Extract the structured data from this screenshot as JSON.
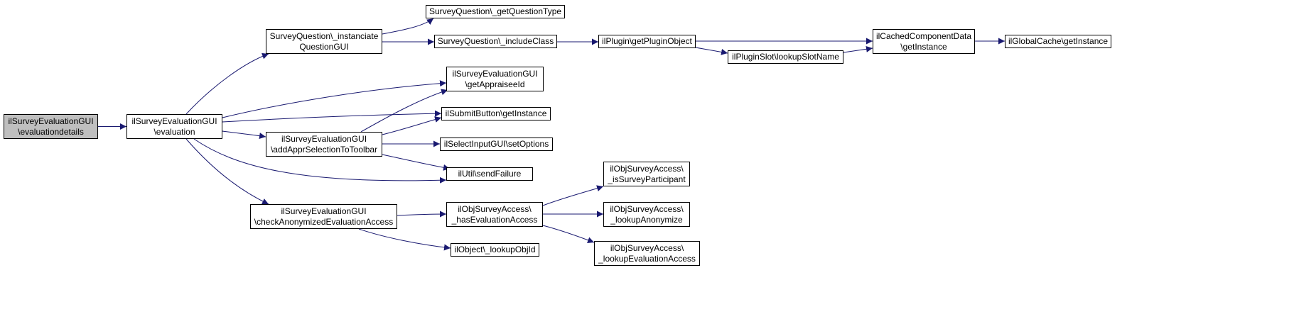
{
  "colors": {
    "edge": "#191970",
    "root_fill": "#bfbfbf",
    "node_fill": "#ffffff",
    "border": "#000000"
  },
  "nodes": [
    {
      "id": "n0",
      "lines": [
        "ilSurveyEvaluationGUI",
        "\\evaluationdetails"
      ],
      "root": true
    },
    {
      "id": "n1",
      "lines": [
        "ilSurveyEvaluationGUI",
        "\\evaluation"
      ]
    },
    {
      "id": "n2",
      "lines": [
        "SurveyQuestion\\_instanciate",
        "QuestionGUI"
      ]
    },
    {
      "id": "n3",
      "lines": [
        "ilSurveyEvaluationGUI",
        "\\getAppraiseeId"
      ]
    },
    {
      "id": "n4",
      "lines": [
        "ilSubmitButton\\getInstance"
      ]
    },
    {
      "id": "n5",
      "lines": [
        "ilSurveyEvaluationGUI",
        "\\addApprSelectionToToolbar"
      ]
    },
    {
      "id": "n6",
      "lines": [
        "ilUtil\\sendFailure"
      ]
    },
    {
      "id": "n7",
      "lines": [
        "ilSurveyEvaluationGUI",
        "\\checkAnonymizedEvaluationAccess"
      ]
    },
    {
      "id": "n8",
      "lines": [
        "SurveyQuestion\\_getQuestionType"
      ]
    },
    {
      "id": "n9",
      "lines": [
        "SurveyQuestion\\_includeClass"
      ]
    },
    {
      "id": "n10",
      "lines": [
        "ilPlugin\\getPluginObject"
      ]
    },
    {
      "id": "n11",
      "lines": [
        "ilCachedComponentData",
        "\\getInstance"
      ]
    },
    {
      "id": "n12",
      "lines": [
        "ilPluginSlot\\lookupSlotName"
      ]
    },
    {
      "id": "n13",
      "lines": [
        "ilGlobalCache\\getInstance"
      ]
    },
    {
      "id": "n14",
      "lines": [
        "ilSelectInputGUI\\setOptions"
      ]
    },
    {
      "id": "n15",
      "lines": [
        "ilObjSurveyAccess\\",
        "_hasEvaluationAccess"
      ]
    },
    {
      "id": "n16",
      "lines": [
        "ilObject\\_lookupObjId"
      ]
    },
    {
      "id": "n17",
      "lines": [
        "ilObjSurveyAccess\\",
        "_isSurveyParticipant"
      ]
    },
    {
      "id": "n18",
      "lines": [
        "ilObjSurveyAccess\\",
        "_lookupAnonymize"
      ]
    },
    {
      "id": "n19",
      "lines": [
        "ilObjSurveyAccess\\",
        "_lookupEvaluationAccess"
      ]
    }
  ],
  "edges": [
    [
      "n0",
      "n1"
    ],
    [
      "n1",
      "n2"
    ],
    [
      "n1",
      "n3"
    ],
    [
      "n1",
      "n4"
    ],
    [
      "n1",
      "n5"
    ],
    [
      "n1",
      "n6"
    ],
    [
      "n1",
      "n7"
    ],
    [
      "n2",
      "n8"
    ],
    [
      "n2",
      "n9"
    ],
    [
      "n9",
      "n10"
    ],
    [
      "n10",
      "n11"
    ],
    [
      "n10",
      "n12"
    ],
    [
      "n12",
      "n11"
    ],
    [
      "n11",
      "n13"
    ],
    [
      "n5",
      "n3"
    ],
    [
      "n5",
      "n4"
    ],
    [
      "n5",
      "n14"
    ],
    [
      "n5",
      "n6"
    ],
    [
      "n7",
      "n15"
    ],
    [
      "n7",
      "n16"
    ],
    [
      "n15",
      "n17"
    ],
    [
      "n15",
      "n18"
    ],
    [
      "n15",
      "n19"
    ]
  ]
}
